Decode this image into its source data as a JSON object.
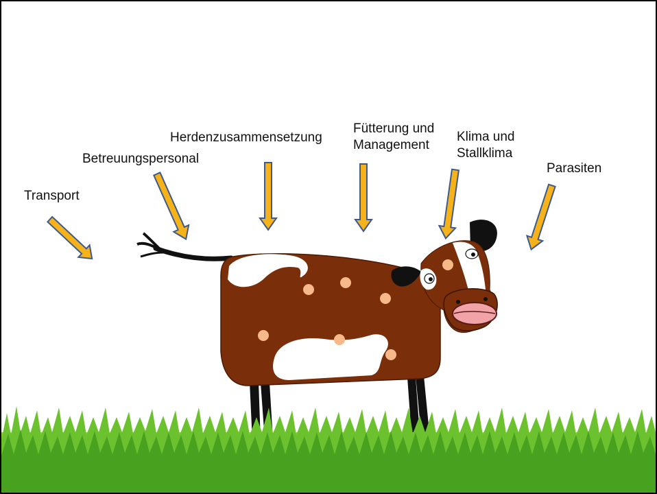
{
  "slide": {
    "labels": {
      "transport": "Transport",
      "personal": "Betreuungspersonal",
      "herde": "Herdenzusammensetzung",
      "fuetterung": "Fütterung und\nManagement",
      "klima": "Klima und\nStallklima",
      "parasiten": "Parasiten"
    }
  },
  "colors": {
    "arrow_fill": "#f5b21b",
    "arrow_stroke": "#3d5a8c",
    "cow_body": "#7a2e0a",
    "cow_patch": "#ffffff",
    "spots": "#f7b98a",
    "grass": "#5fb82a"
  }
}
